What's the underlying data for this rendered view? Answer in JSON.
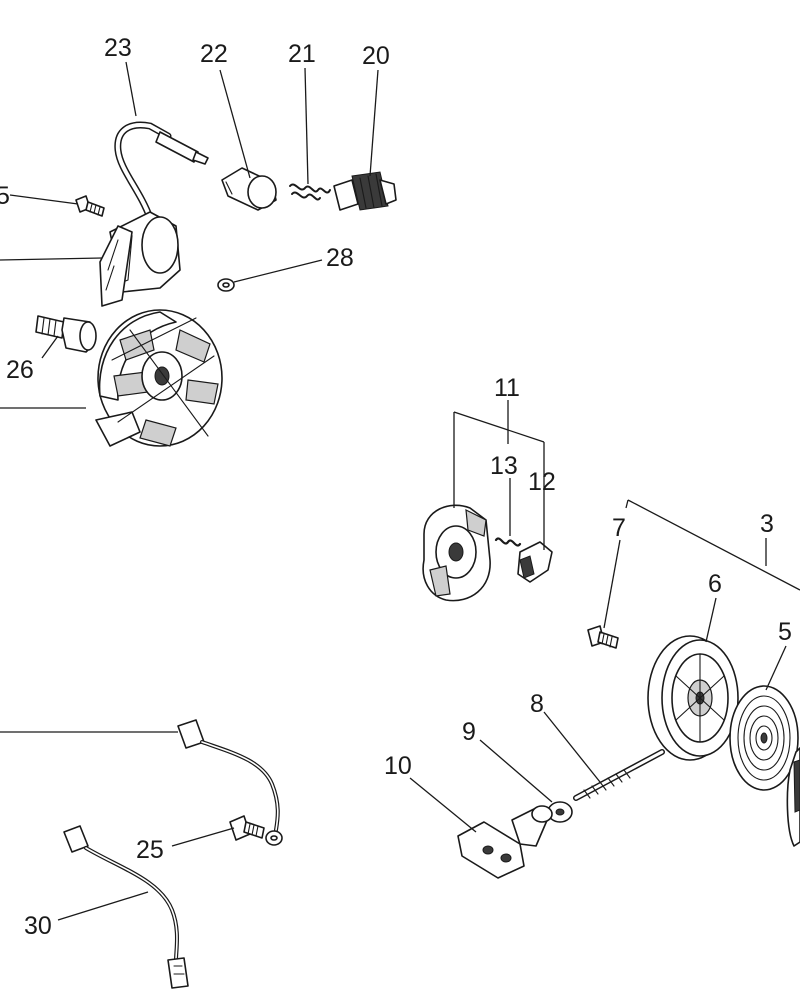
{
  "callouts": {
    "c3": "3",
    "c5": "5",
    "c6": "6",
    "c7": "7",
    "c8": "8",
    "c9": "9",
    "c10": "10",
    "c11": "11",
    "c12": "12",
    "c13": "13",
    "c20": "20",
    "c21": "21",
    "c22": "22",
    "c23": "23",
    "c25a": "5",
    "c25b": "25",
    "c26": "26",
    "c28": "28",
    "c30": "30"
  }
}
